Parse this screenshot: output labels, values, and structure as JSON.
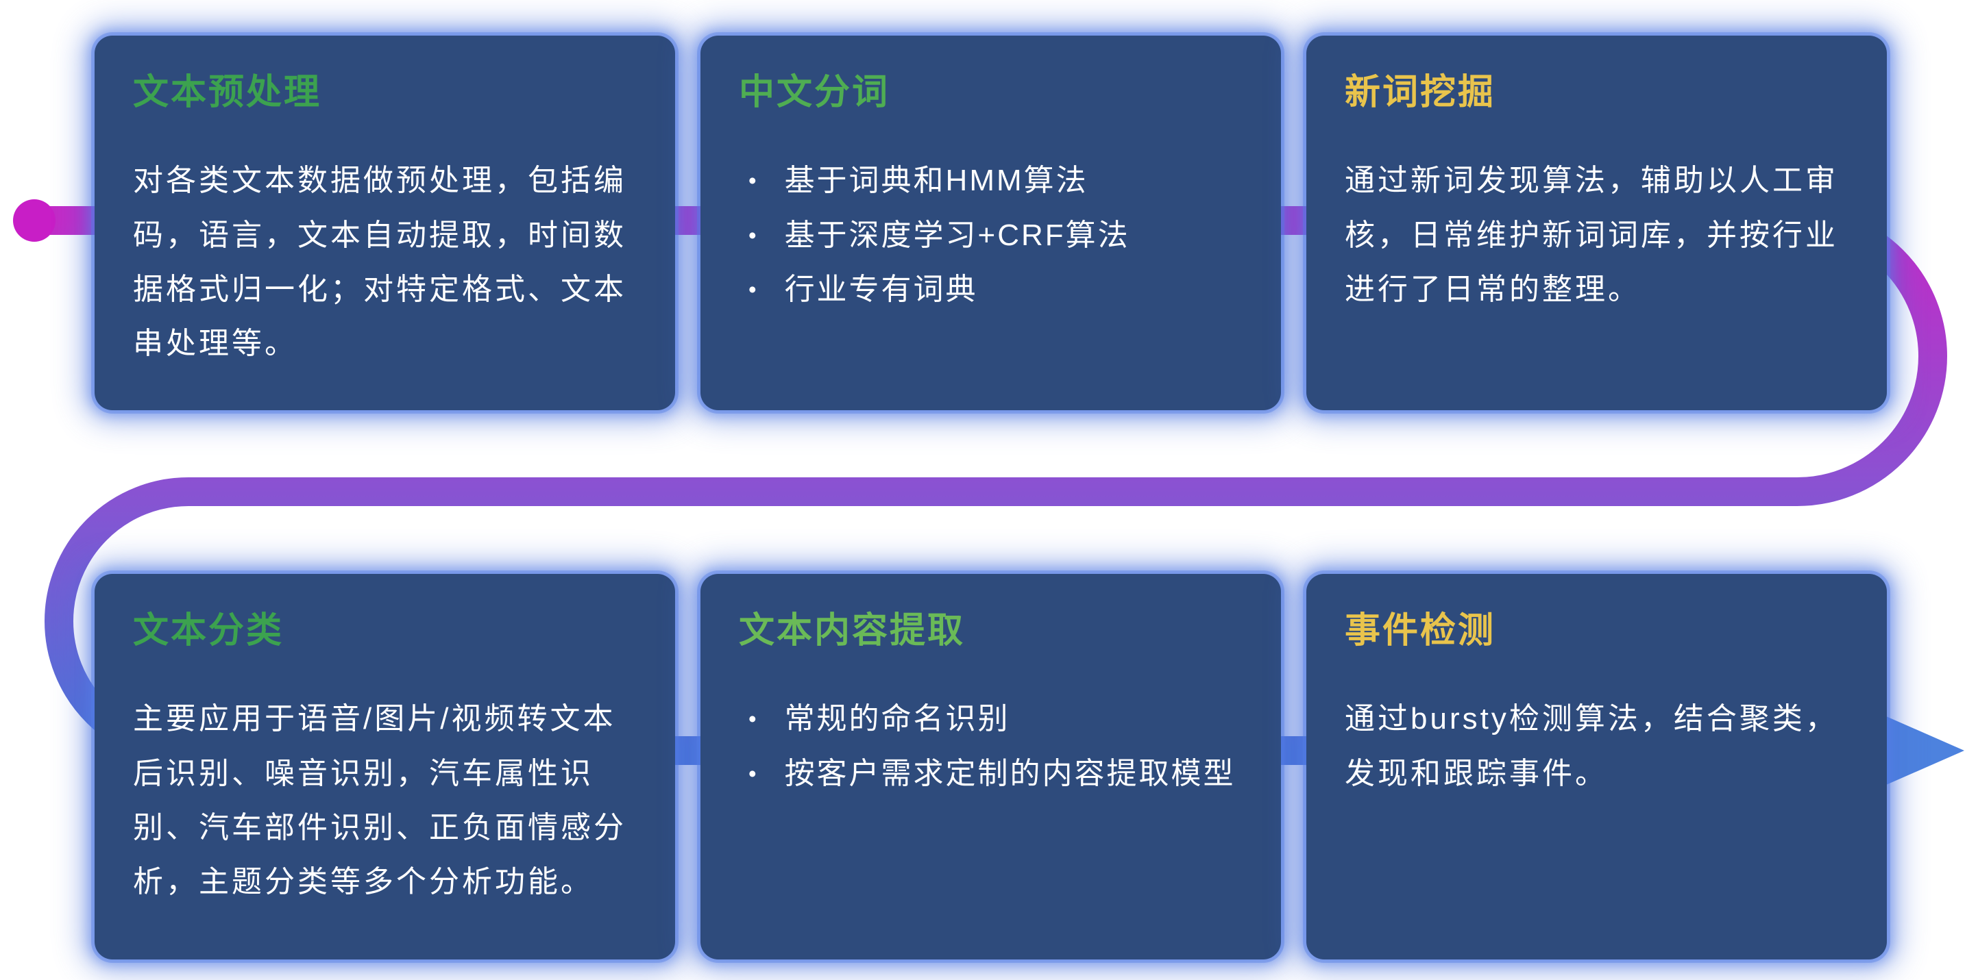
{
  "flow": {
    "start_dot_color": "#c81ec6",
    "top_line_color": "#c32bc7",
    "middle_line_color": "#8a52d2",
    "bottom_line_color": "#4a74d8",
    "arrow_color": "#4d82de"
  },
  "cards": [
    {
      "title": "文本预处理",
      "title_color": "#3ca24f",
      "body": "对各类文本数据做预处理，包括编码，语言，文本自动提取，时间数据格式归一化；对特定格式、文本串处理等。"
    },
    {
      "title": "中文分词",
      "title_color": "#4fad52",
      "bullets": [
        "基于词典和HMM算法",
        "基于深度学习+CRF算法",
        "行业专有词典"
      ]
    },
    {
      "title": "新词挖掘",
      "title_color": "#e9c44c",
      "body": "通过新词发现算法，辅助以人工审核，日常维护新词词库，并按行业进行了日常的整理。"
    },
    {
      "title": "文本分类",
      "title_color": "#3ca24f",
      "body": "主要应用于语音/图片/视频转文本后识别、噪音识别，汽车属性识别、汽车部件识别、正负面情感分析，主题分类等多个分析功能。"
    },
    {
      "title": "文本内容提取",
      "title_color": "#6aba57",
      "bullets": [
        "常规的命名识别",
        "按客户需求定制的内容提取模型"
      ]
    },
    {
      "title": "事件检测",
      "title_color": "#e9c44c",
      "body": "通过bursty检测算法，结合聚类，发现和跟踪事件。"
    }
  ],
  "bullet_glyph": "•"
}
